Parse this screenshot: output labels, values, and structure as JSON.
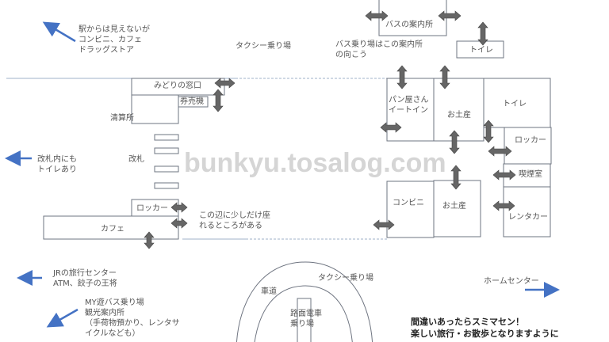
{
  "watermark": "bunkyu.tosalog.com",
  "colors": {
    "line": "#6e7480",
    "arrow": "#666666",
    "blue_arrow": "#4472c4"
  },
  "labels": {
    "note_top_left": "駅からは見えないが\nコンビニ、カフェ\nドラッグストア",
    "taxi_top": "タクシー乗り場",
    "bus_note": "バス乗り場はこの案内所\nの向こう",
    "bus_info": "バスの案内所",
    "toilet_top": "トイレ",
    "midori": "みどりの窓口",
    "ticket_machine": "券売機",
    "fare_adjust": "清算所",
    "gate": "改札",
    "toilet_inside": "改札内にも\nトイレあり",
    "locker_left": "ロッカー",
    "cafe": "カフェ",
    "seating_note": "この辺に少しだけ座\nれるところがある",
    "bakery": "パン屋さん\nイートイン",
    "souvenir_1": "お土産",
    "toilet_right": "トイレ",
    "locker_right": "ロッカー",
    "smoking": "喫煙室",
    "convenience": "コンビニ",
    "souvenir_2": "お土産",
    "rental_car": "レンタカー",
    "jr_travel": "JRの旅行センター\nATM、餃子の王将",
    "my_bus": "MY遊バス乗り場\n観光案内所\n（手荷物預かり、レンタサ\nイクルなども）",
    "road": "車道",
    "taxi_bottom": "タクシー乗り場",
    "tram": "路面電車\n乗り場",
    "home_center": "ホームセンター",
    "closing": "間違いあったらスミマセン！\n楽しい旅行・お散歩となりますように"
  }
}
